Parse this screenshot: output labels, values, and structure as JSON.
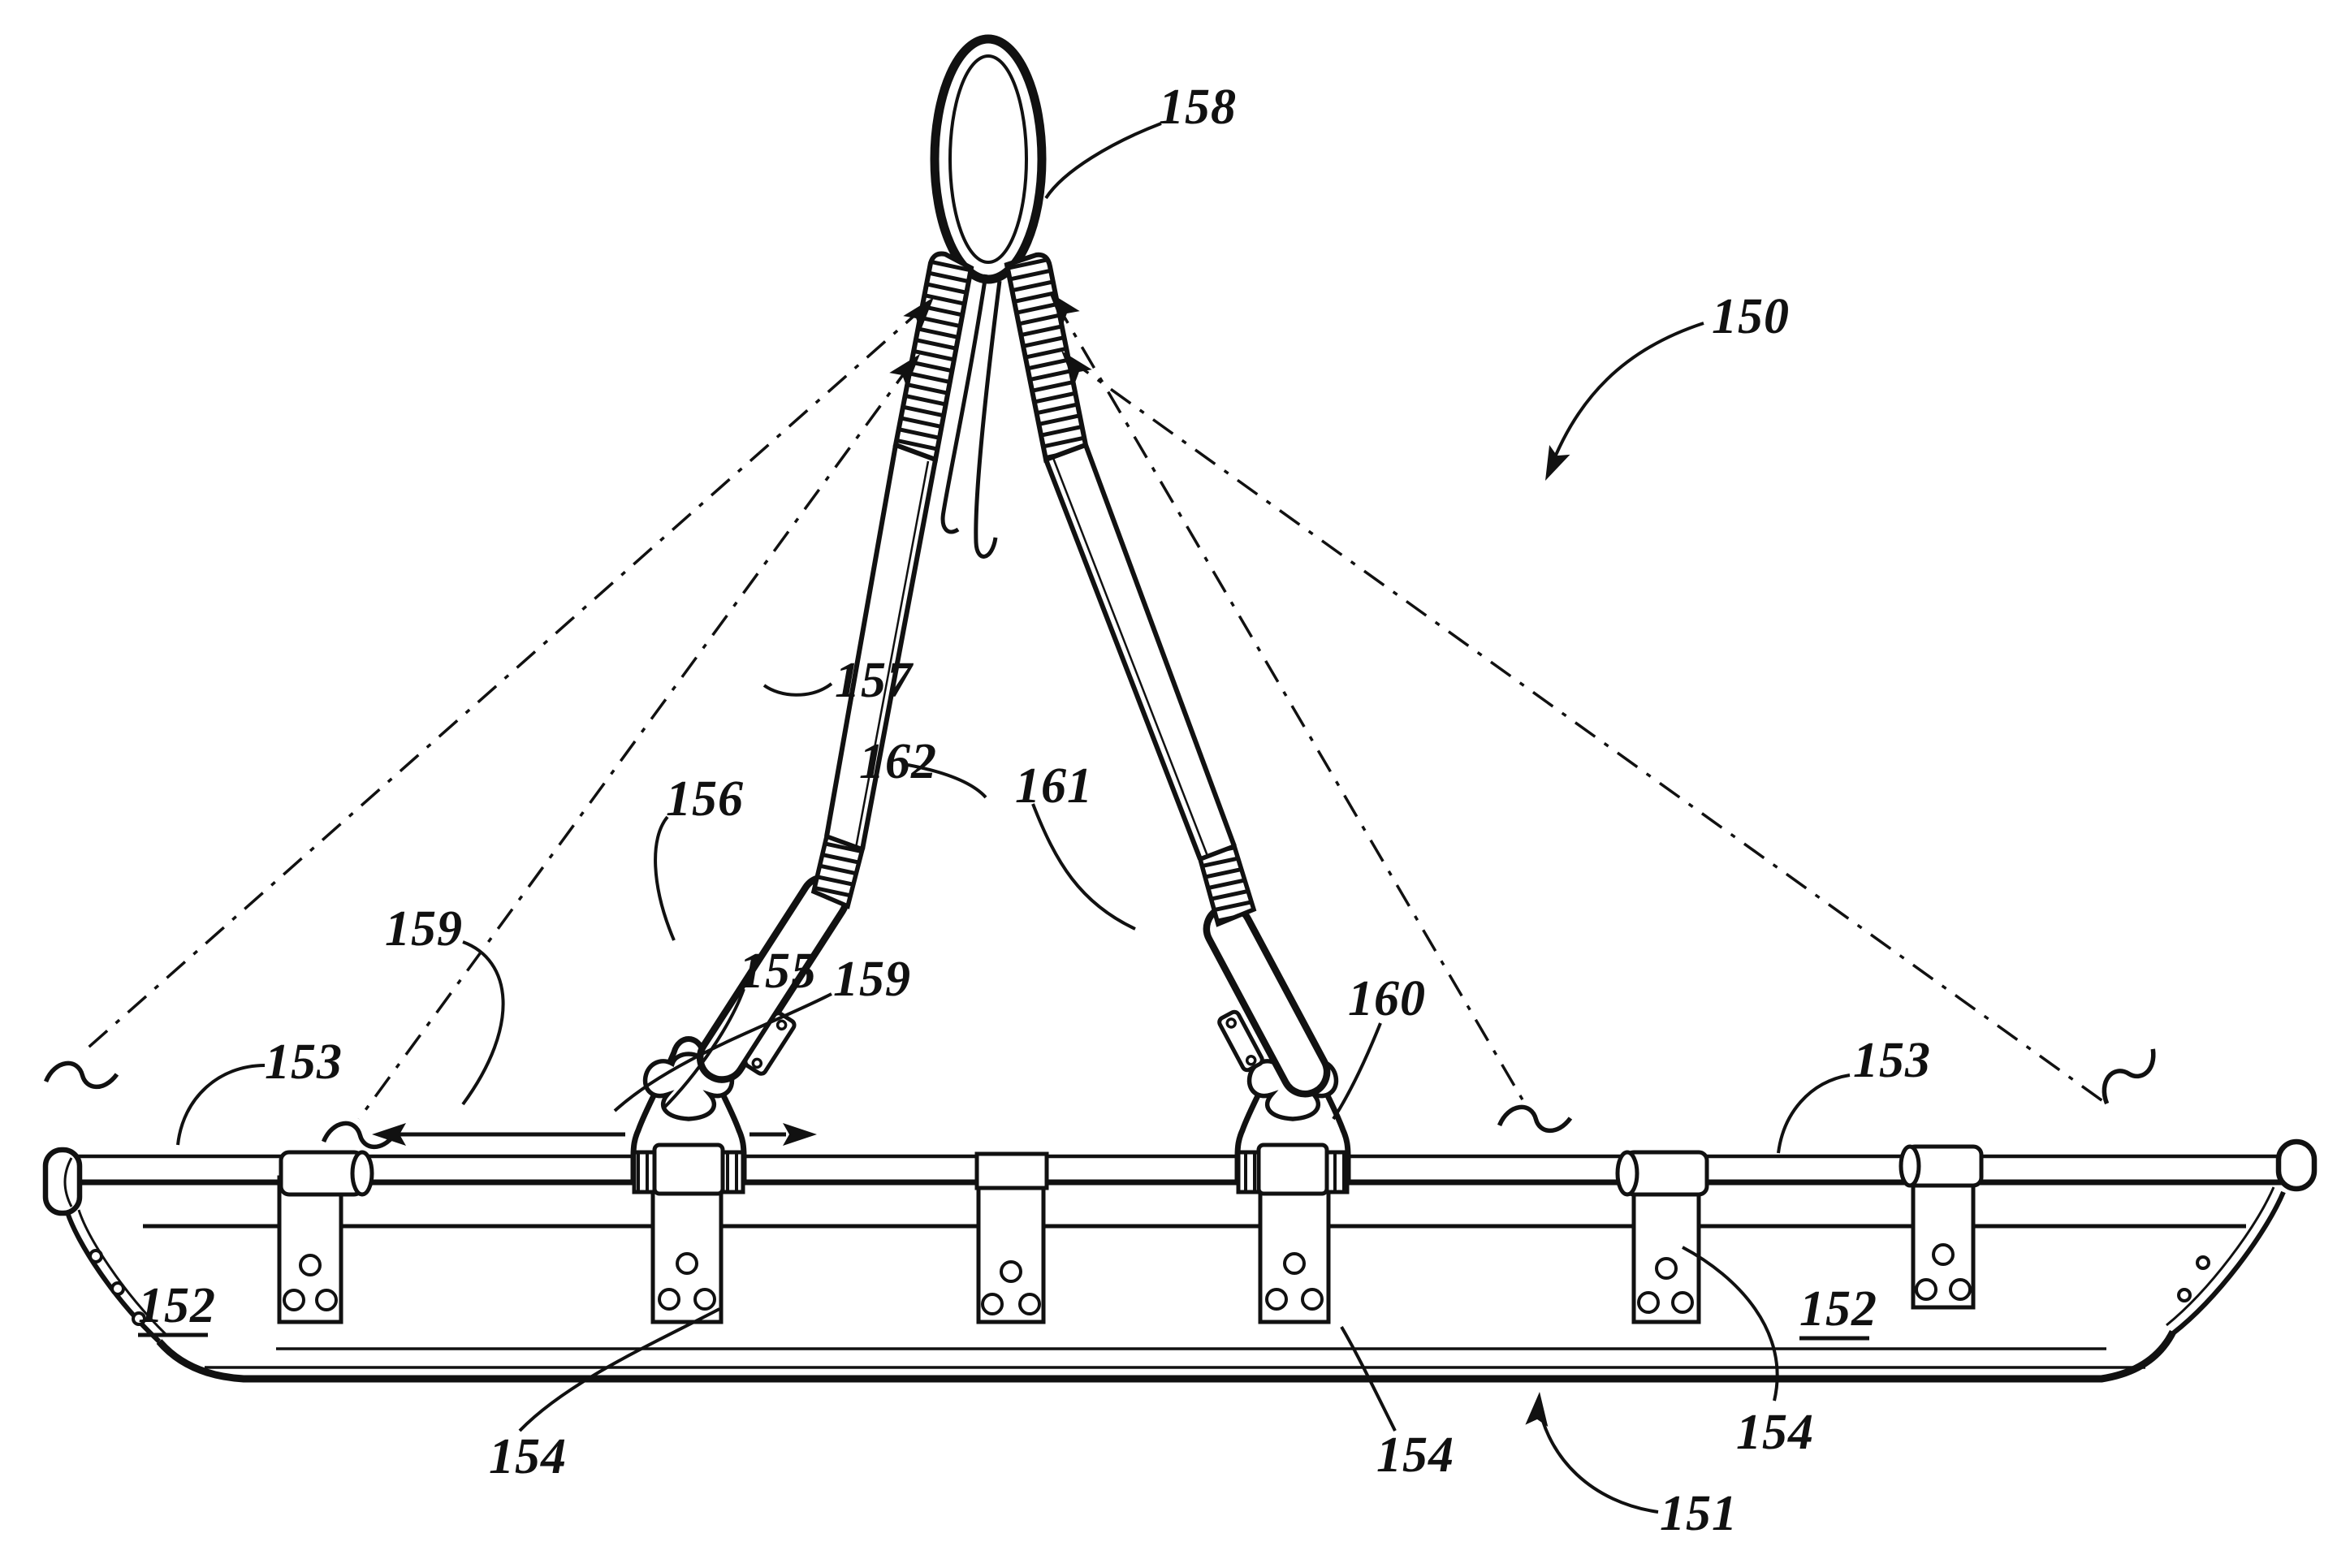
{
  "figure": {
    "background": "#ffffff",
    "line_color": "#111111",
    "labels": {
      "assembly": "150",
      "beam": "151",
      "tray_left": "152",
      "tray_right": "152",
      "rail_left": "153",
      "rail_right": "153",
      "bracket_left": "154",
      "bracket_mid": "154",
      "bracket_right": "154",
      "anchor_left": "155",
      "carabiner_left": "156",
      "strap_left": "157",
      "ring": "158",
      "slide_left": "159",
      "slide_center": "159",
      "anchor_right": "160",
      "carabiner_right": "161",
      "strap_right": "162"
    }
  }
}
